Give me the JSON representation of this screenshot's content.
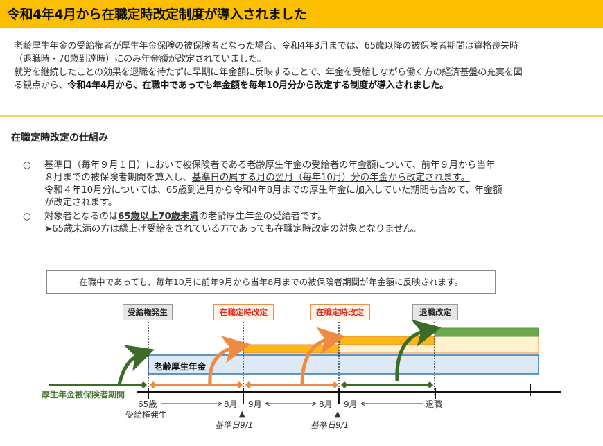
{
  "header": {
    "title": "令和4年4月から在職定時改定制度が導入されました",
    "bg_color": "#fcbf00"
  },
  "intro": {
    "line1": "老齢厚生年金の受給権者が厚生年金保険の被保険者となった場合、令和4年3月までは、65歳以降の被保険者期間は資格喪失時",
    "line2": "（退職時・70歳到達時）にのみ年金額が改定されていました。",
    "line3": "就労を継続したことの効果を退職を待たずに早期に年金額に反映することで、年金を受給しながら働く方の経済基盤の充実を図",
    "line4_plain": "る観点から、",
    "line4_bold": "令和4年4月から、在職中であっても年金額を毎年10月分から改定する制度が導入されました。"
  },
  "section": {
    "title": "在職定時改定の仕組み",
    "bullets": [
      {
        "mark": "○",
        "line1": "基準日（毎年９月１日）において被保険者である老齢厚生年金の受給者の年金額について、前年９月から当年",
        "line2_plain": "８月までの被保険者期間を算入し、",
        "line2_underlined": "基準日の属する月の翌月（毎年10月）分の年金から改定されます。",
        "line3": "令和４年10月分については、65歳到達月から令和4年8月までの厚生年金に加入していた期間も含めて、年金額",
        "line4": "が改定されます。"
      },
      {
        "mark": "○",
        "line1_pre": "対象者となるのは",
        "line1_bold_underlined": "65歳以上70歳未満",
        "line1_post": "の老齢厚生年金の受給者です。",
        "line2": "➤65歳未満の方は繰上げ受給をされている方であっても在職定時改定の対象となりません。"
      }
    ]
  },
  "diagram": {
    "note": "在職中であっても、毎年10月に前年9月から当年8月までの被保険者期間が年金額に反映されます。",
    "tags": {
      "entitlement": "受給権発生",
      "revision1": "在職定時改定",
      "revision2": "在職定時改定",
      "retirement_revision": "退職改定"
    },
    "pension_bar_label": "老齢厚生年金",
    "insured_period_label": "厚生年金被保険者期間",
    "timeline": {
      "age65": "65歳",
      "entitlement_sub": "受給権発生",
      "aug1": "8月",
      "sep1": "9月",
      "aug2": "8月",
      "sep2": "9月",
      "retire": "退職",
      "base_date1": "基準日9/1",
      "base_date2": "基準日9/1",
      "triangle": "▲"
    },
    "colors": {
      "pension_blue_fill": "#dde9f5",
      "pension_blue_border": "#2e75b6",
      "orange": "#fbb714",
      "orange_light": "#fff0d0",
      "orange_line": "#ed8b45",
      "green": "#6aa84f",
      "dark_green": "#3d6b2a"
    }
  }
}
